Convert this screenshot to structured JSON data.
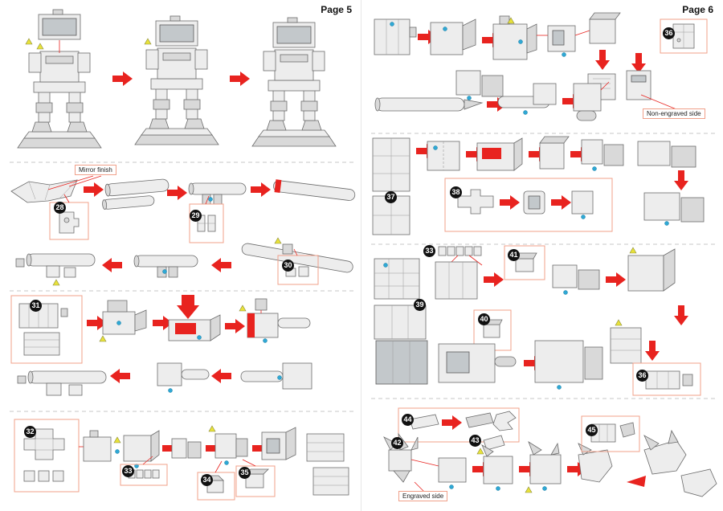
{
  "page5": {
    "title": "Page 5",
    "labels": {
      "mirror_finish": "Mirror finish"
    },
    "steps": {
      "s28": "28",
      "s29": "29",
      "s30": "30",
      "s31": "31",
      "s32": "32",
      "s33": "33",
      "s34": "34",
      "s35": "35"
    }
  },
  "page6": {
    "title": "Page 6",
    "labels": {
      "non_engraved": "Non-engraved side",
      "engraved": "Engraved side"
    },
    "steps": {
      "s33": "33",
      "s36": "36",
      "s36b": "36",
      "s37": "37",
      "s38": "38",
      "s39": "39",
      "s40": "40",
      "s41": "41",
      "s42": "42",
      "s43": "43",
      "s44": "44",
      "s45": "45"
    }
  },
  "colors": {
    "paper": "#ffffff",
    "accent_red": "#e8231f",
    "badge": "#111111",
    "callout_border": "#f0a08a",
    "marker_cyan": "#2fa8d5",
    "marker_yellow": "#e8e23a",
    "part_fill": "#ededed",
    "part_stroke": "#6b6b6b"
  }
}
